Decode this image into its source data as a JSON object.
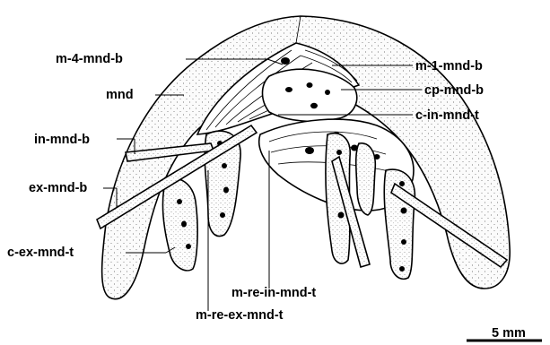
{
  "labels": {
    "m_4_mnd_b": "m-4-mnd-b",
    "m_1_mnd_b": "m-1-mnd-b",
    "mnd": "mnd",
    "cp_mnd_b": "cp-mnd-b",
    "c_in_mnd_t": "c-in-mnd-t",
    "in_mnd_b": "in-mnd-b",
    "ex_mnd_b": "ex-mnd-b",
    "c_ex_mnd_t": "c-ex-mnd-t",
    "m_re_in_mnd_t": "m-re-in-mnd-t",
    "m_re_ex_mnd_t": "m-re-ex-mnd-t"
  },
  "scale_bar": {
    "label": "5 mm"
  },
  "colors": {
    "ink": "#000000",
    "background": "#ffffff",
    "shell_fill": "#f6f6f6",
    "tendon_fill": "#f9f9f9"
  }
}
